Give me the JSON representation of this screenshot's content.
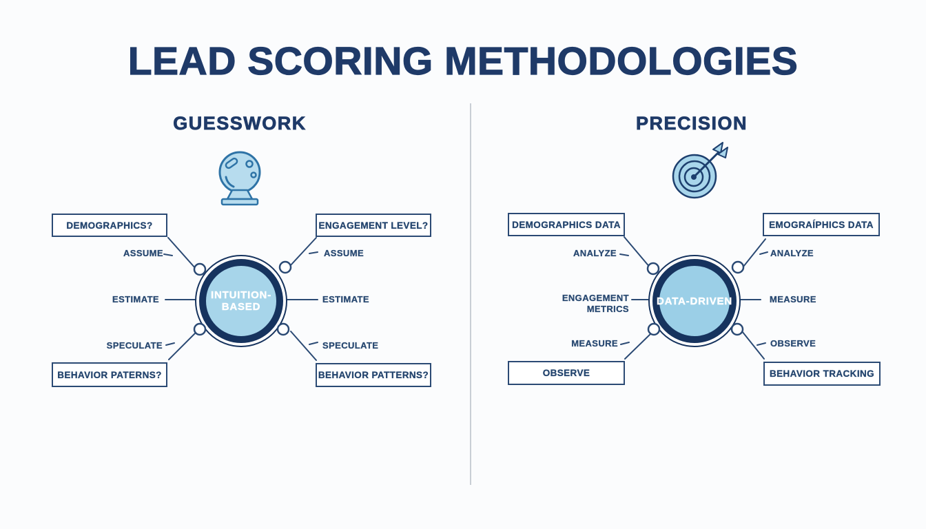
{
  "title": "LEAD SCORING METHODOLOGIES",
  "left": {
    "heading": "GUESSWORK",
    "icon": "crystal-ball-icon",
    "center_label": "INTUITION-BASED",
    "boxes": {
      "top_left": "DEMOGRAPHICS?",
      "top_right": "ENGAGEMENT LEVEL?",
      "bottom_left": "BEHAVIOR PATERNS?",
      "bottom_right": "BEHAVIOR PATTERNS?"
    },
    "labels": {
      "upper_left": "ASSUME",
      "mid_left": "ESTIMATE",
      "lower_left": "SPECULATE",
      "upper_right": "ASSUME",
      "mid_right": "ESTIMATE",
      "lower_right": "SPECULATE"
    }
  },
  "right": {
    "heading": "PRECISION",
    "icon": "target-icon",
    "center_label": "DATA-DRIVEN",
    "boxes": {
      "top_left": "DEMOGRAPHICS DATA",
      "top_right": "EMOGRAÍPHICS DATA",
      "bottom_left": "OBSERVE",
      "bottom_right": "BEHAVIOR TRACKING"
    },
    "labels": {
      "upper_left": "ANALYZE",
      "mid_left": "ENGAGEMENT METRICS",
      "lower_left": "MEASURE",
      "upper_right": "ANALYZE",
      "mid_right": "MEASURE",
      "lower_right": "OBSERVE"
    }
  },
  "colors": {
    "navy_text": "#1f3a68",
    "connector_line": "#2b4a74",
    "hub_ring": "#16335e",
    "hub_fill_left": "#a7d5ea",
    "hub_fill_right": "#9bcfe7",
    "icon_fill": "#b7dcee",
    "icon_stroke": "#2e73a6",
    "divider": "#c9ced5",
    "background": "#fbfcfd"
  }
}
